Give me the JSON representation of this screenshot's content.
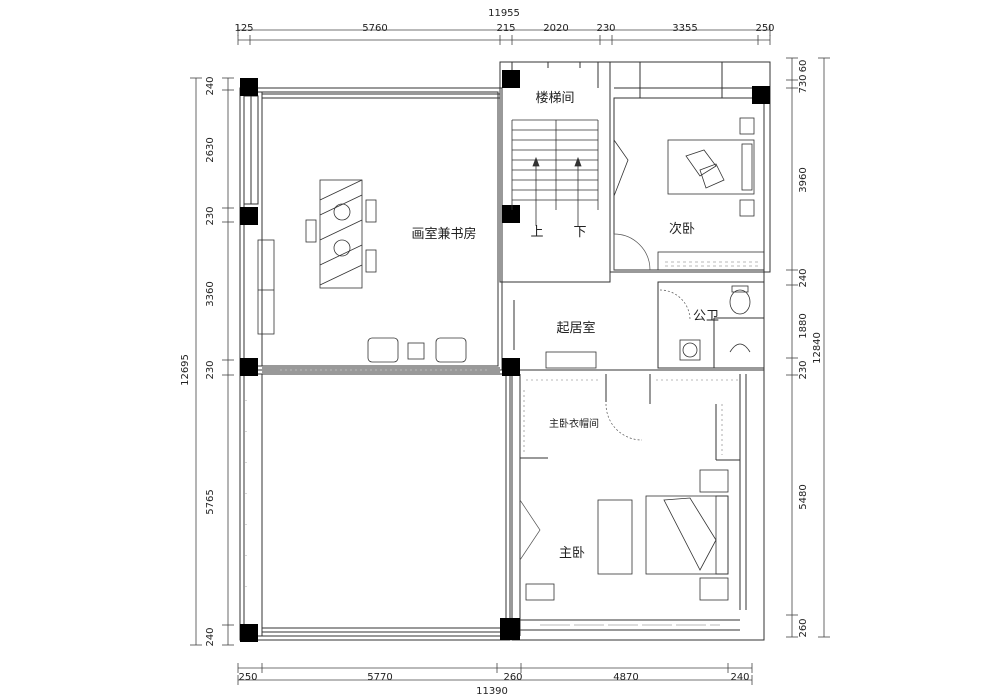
{
  "dimensions": {
    "top_total": "11955",
    "top": [
      "125",
      "5760",
      "215",
      "2020",
      "230",
      "3355",
      "250"
    ],
    "bottom_total": "11390",
    "bottom": [
      "250",
      "5770",
      "260",
      "4870",
      "240"
    ],
    "left_total": "12695",
    "left": [
      "240",
      "2630",
      "230",
      "3360",
      "230",
      "5765",
      "240"
    ],
    "right_total": "12840",
    "right": [
      "730",
      "60",
      "3960",
      "240",
      "1880",
      "230",
      "5480",
      "260"
    ]
  },
  "rooms": {
    "stairwell": "楼梯间",
    "studio_study": "画室兼书房",
    "up": "上",
    "down": "下",
    "second_bedroom": "次卧",
    "public_bath": "公卫",
    "living_room": "起居室",
    "master_closet": "主卧衣帽间",
    "master_bedroom": "主卧"
  },
  "colors": {
    "line": "#333333",
    "column": "#000000",
    "background": "#ffffff"
  }
}
